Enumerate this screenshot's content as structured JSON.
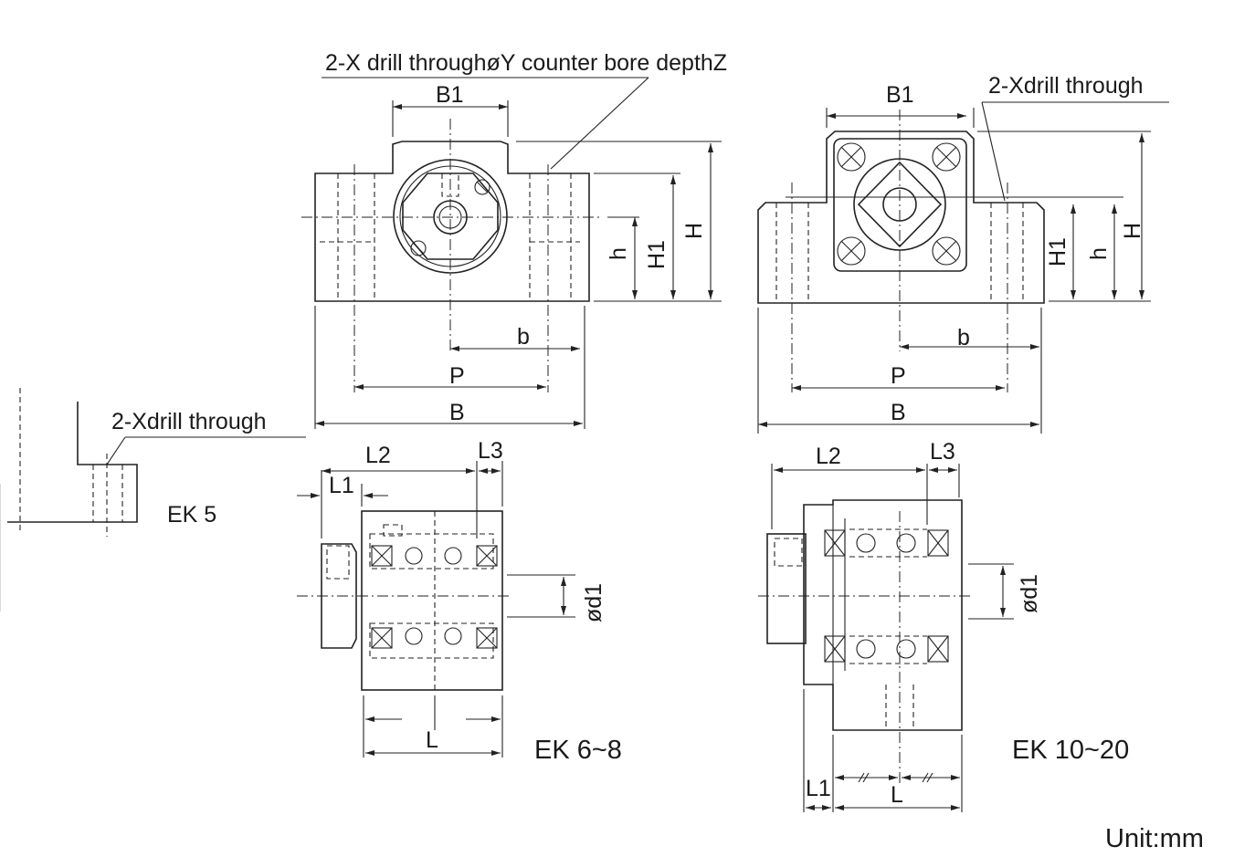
{
  "drawing": {
    "top_left": {
      "note": "2-X drill throughøY counter bore depthZ",
      "B1": "B1",
      "H": "H",
      "H1": "H1",
      "h": "h",
      "b": "b",
      "P": "P",
      "B": "B"
    },
    "top_right": {
      "note": "2-Xdrill through",
      "B1": "B1",
      "H": "H",
      "H1": "H1",
      "h": "h",
      "b": "b",
      "P": "P",
      "B": "B"
    },
    "ek5": {
      "note": "2-Xdrill through",
      "label": "EK 5"
    },
    "ek6_8": {
      "L2": "L2",
      "L1": "L1",
      "L3": "L3",
      "d1": "ød1",
      "L": "L",
      "label": "EK 6~8"
    },
    "ek10_20": {
      "L2": "L2",
      "L3": "L3",
      "L1": "L1",
      "d1": "ød1",
      "L": "L",
      "label": "EK 10~20"
    },
    "unit": "Unit:mm"
  }
}
